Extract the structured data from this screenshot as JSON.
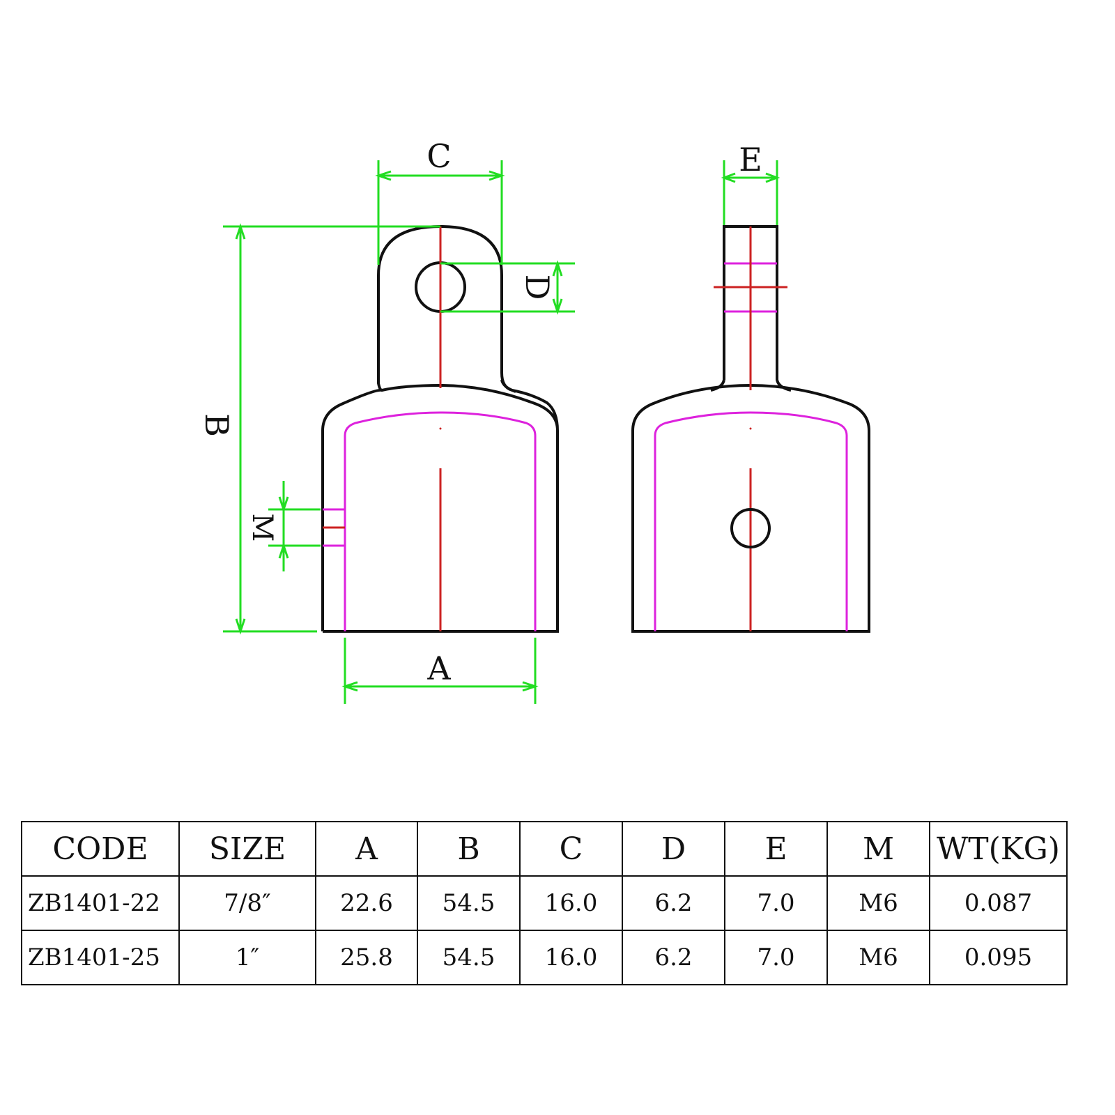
{
  "drawing": {
    "labels": {
      "A": "A",
      "B": "B",
      "C": "C",
      "D": "D",
      "E": "E",
      "M": "M"
    },
    "colors": {
      "outline": "#111111",
      "dimension": "#22dd22",
      "centerline": "#cc2222",
      "inner": "#dd22dd"
    }
  },
  "table": {
    "headers": [
      "CODE",
      "SIZE",
      "A",
      "B",
      "C",
      "D",
      "E",
      "M",
      "WT(KG)"
    ],
    "rows": [
      [
        "ZB1401-22",
        "7/8″",
        "22.6",
        "54.5",
        "16.0",
        "6.2",
        "7.0",
        "M6",
        "0.087"
      ],
      [
        "ZB1401-25",
        "1″",
        "25.8",
        "54.5",
        "16.0",
        "6.2",
        "7.0",
        "M6",
        "0.095"
      ]
    ]
  }
}
